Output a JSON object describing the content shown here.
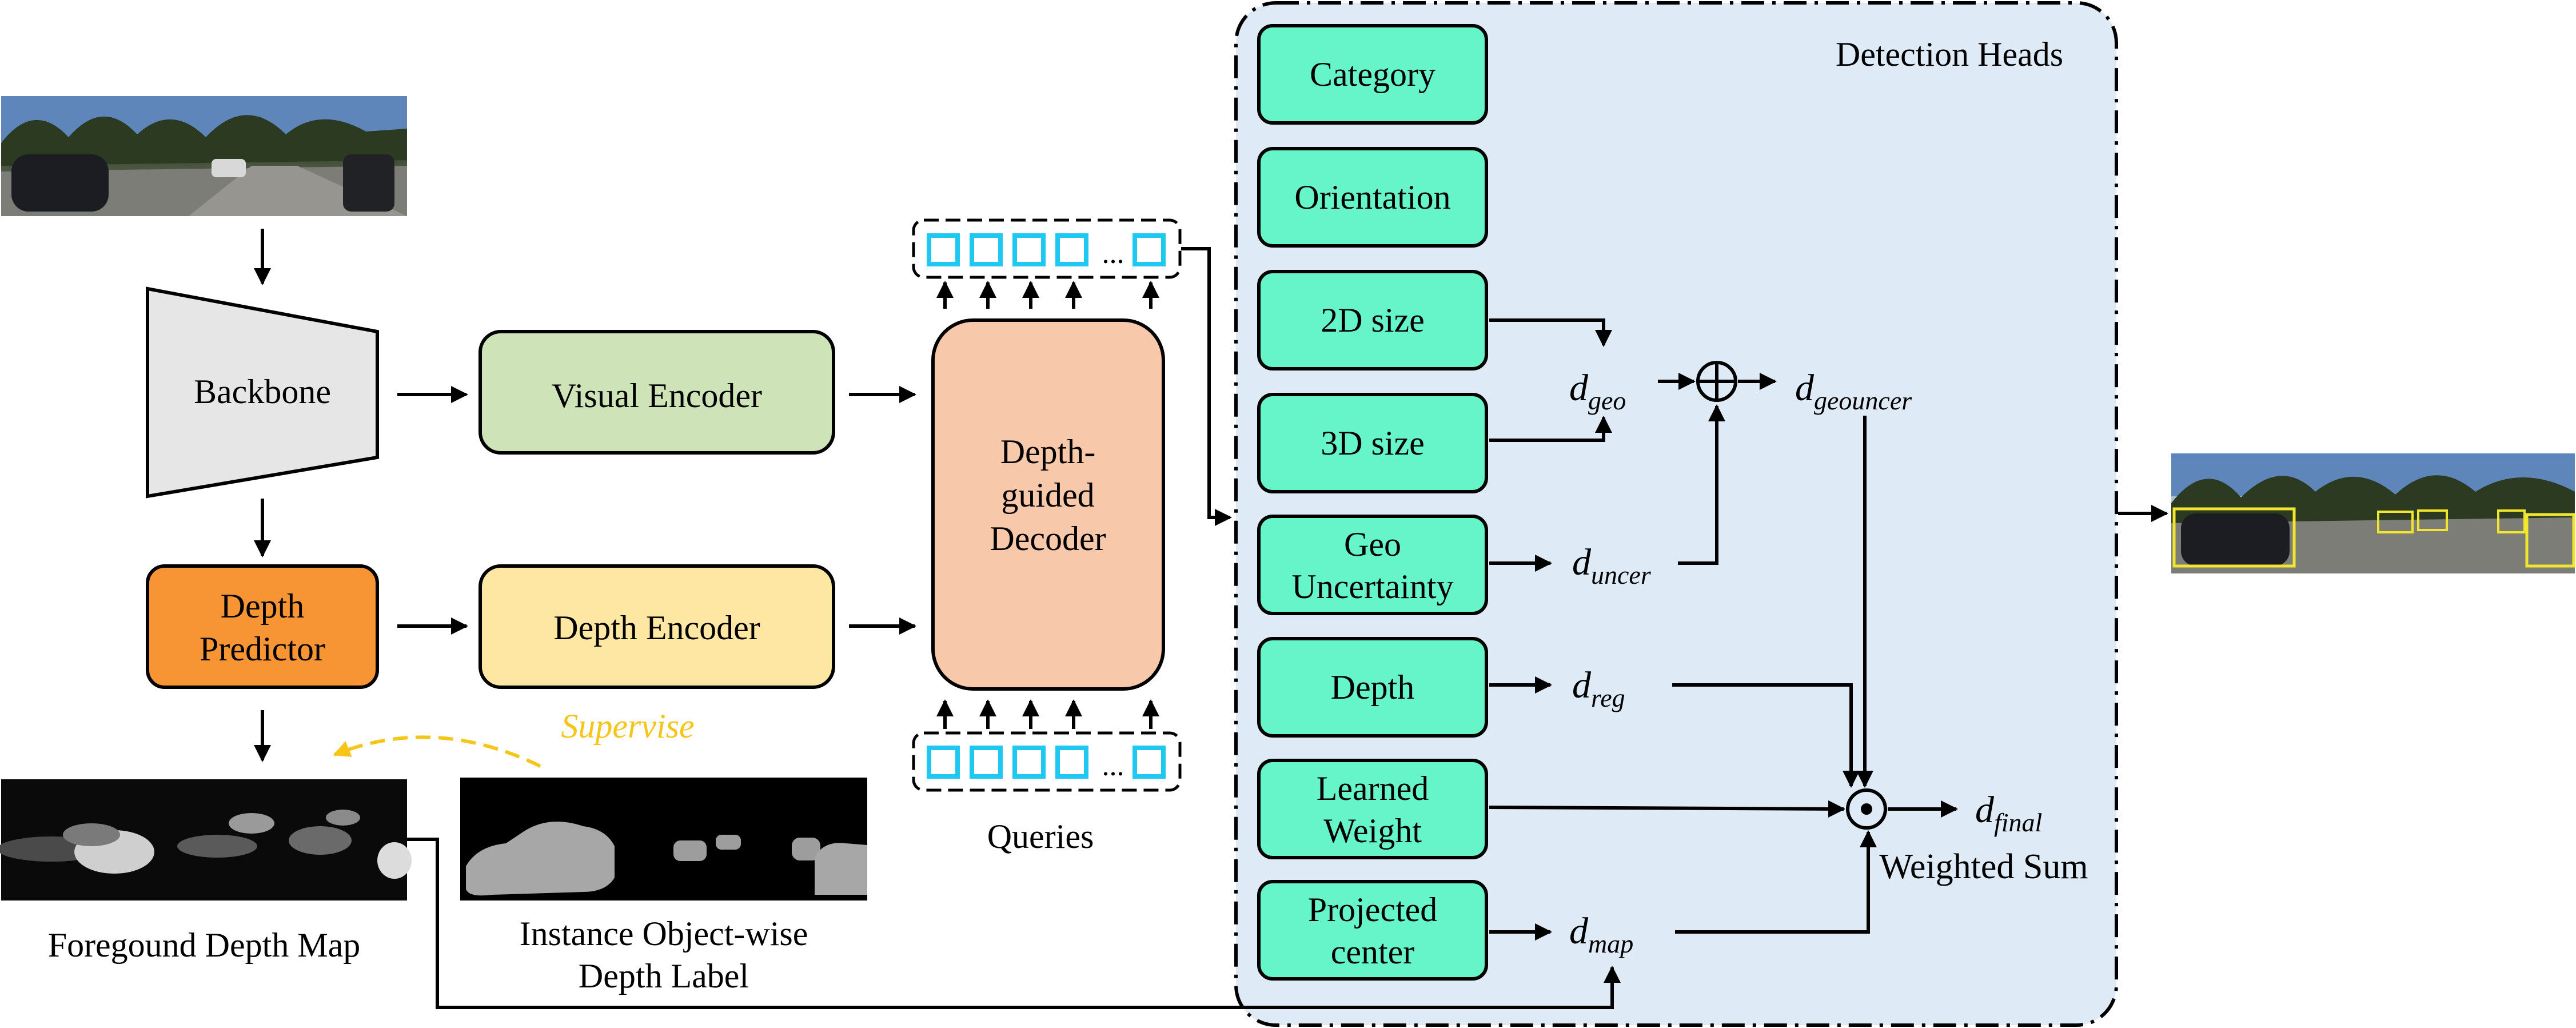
{
  "pipeline": {
    "backbone": "Backbone",
    "depth_predictor_1": "Depth",
    "depth_predictor_2": "Predictor",
    "visual_encoder": "Visual Encoder",
    "depth_encoder": "Depth Encoder",
    "decoder_1": "Depth-",
    "decoder_2": "guided",
    "decoder_3": "Decoder",
    "queries_label": "Queries",
    "query_ellipsis": "...",
    "supervise": "Supervise",
    "foreground_caption": "Foregound Depth Map",
    "instance_caption_1": "Instance Object-wise",
    "instance_caption_2": "Depth Label"
  },
  "heads": {
    "title": "Detection Heads",
    "category": "Category",
    "orientation": "Orientation",
    "size2d": "2D size",
    "size3d": "3D size",
    "geo_unc_1": "Geo",
    "geo_unc_2": "Uncertainty",
    "depth": "Depth",
    "learned_1": "Learned",
    "learned_2": "Weight",
    "projected_1": "Projected",
    "projected_2": "center",
    "weighted_sum": "Weighted Sum",
    "plus_symbol": "⊕",
    "dot_symbol": "⊙"
  },
  "math": {
    "d": "d",
    "geo": "geo",
    "uncer": "uncer",
    "geouncer": "geouncer",
    "reg": "reg",
    "final": "final",
    "map": "map"
  },
  "colors": {
    "heads_bg": "#deeaf6",
    "head_box": "#66f5c8",
    "backbone": "#e6e6e6",
    "depth_predictor": "#f79433",
    "visual_encoder": "#cfe3b8",
    "depth_encoder": "#fde7a2",
    "decoder": "#f7c8aa",
    "query": "#1ec8f0",
    "supervise": "#f5c518"
  }
}
